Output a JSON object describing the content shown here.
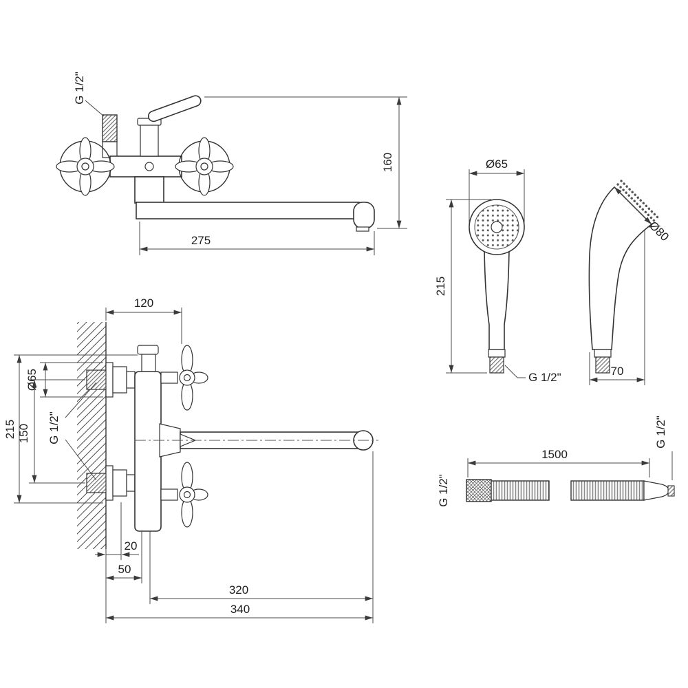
{
  "faucet_front": {
    "thread": "G 1/2\"",
    "spout_reach": "275",
    "height": "160"
  },
  "faucet_side": {
    "depth": "120",
    "escutcheon_diameter": "Ø65",
    "thread": "G 1/2\"",
    "supply_centers": "150",
    "total_height": "215",
    "flange_depth": "20",
    "body_offset": "50",
    "spout_reach": "320",
    "total_reach": "340"
  },
  "handset_front": {
    "head_diameter": "Ø65",
    "length": "215",
    "thread": "G 1/2\""
  },
  "handset_side": {
    "face_diameter": "Ø80",
    "depth": "70"
  },
  "hose": {
    "length": "1500",
    "thread_left": "G 1/2\"",
    "thread_right": "G 1/2\""
  }
}
